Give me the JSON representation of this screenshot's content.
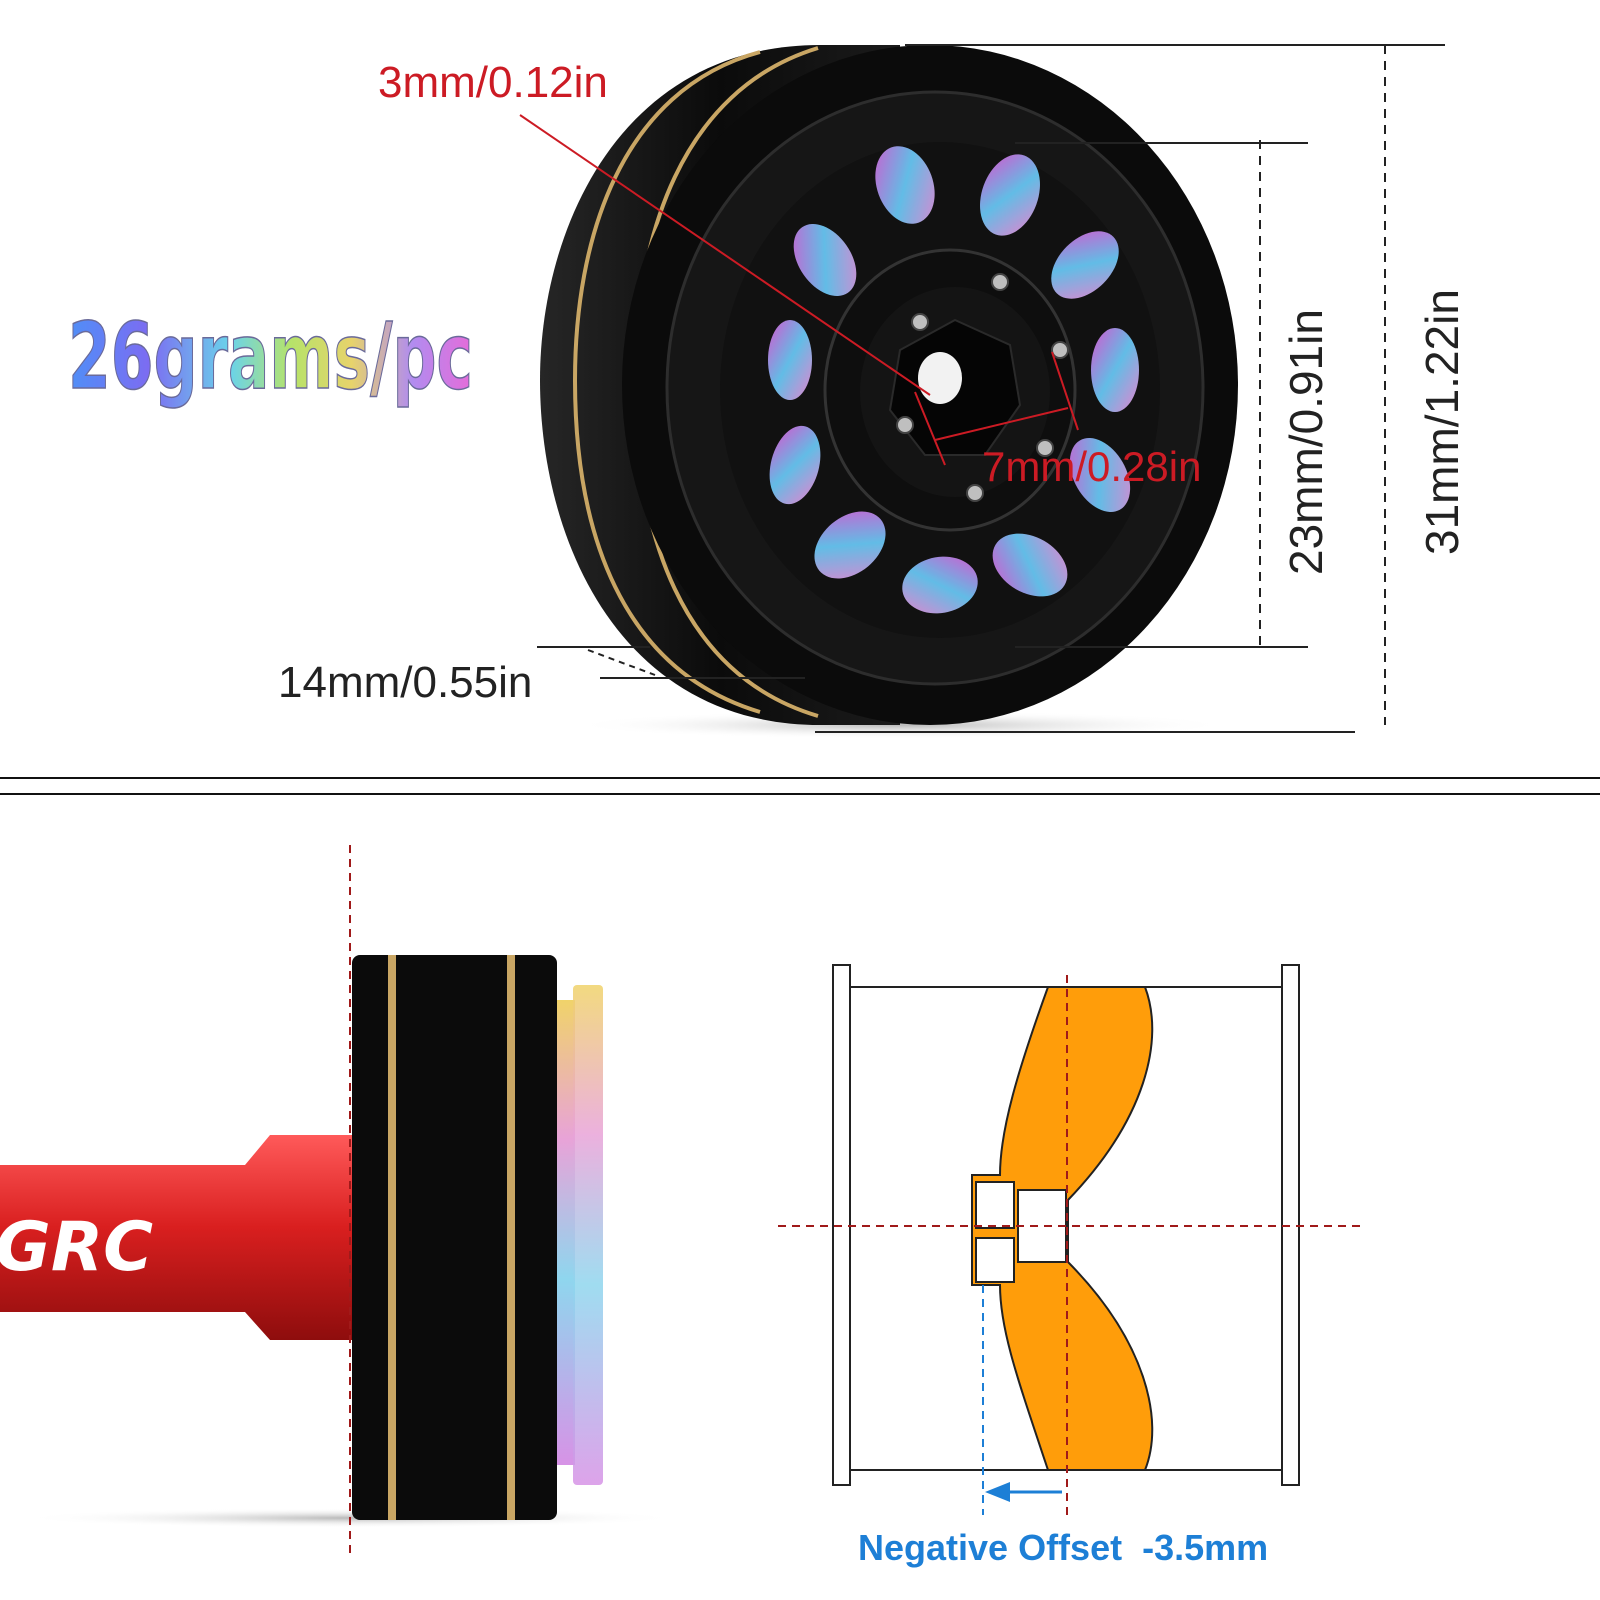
{
  "top_section": {
    "weight_label": "26grams/pc",
    "dimensions": {
      "lip_thickness": "3mm/0.12in",
      "hub_hex": "7mm/0.28in",
      "inner_diameter": "23mm/0.91in",
      "outer_diameter": "31mm/1.22in",
      "wheel_width": "14mm/0.55in"
    }
  },
  "bottom_section": {
    "axle_brand_text": "GRC",
    "offset_caption": "Negative Offset  -3.5mm"
  },
  "colors": {
    "dimension_red": "#cc1b24",
    "offset_blue": "#1d7fd6",
    "wheel_black": "#0b0b0b",
    "brass_stripe": "#c9a664",
    "diagram_orange": "#ff9d0a",
    "axle_red": "#d91f1f"
  }
}
